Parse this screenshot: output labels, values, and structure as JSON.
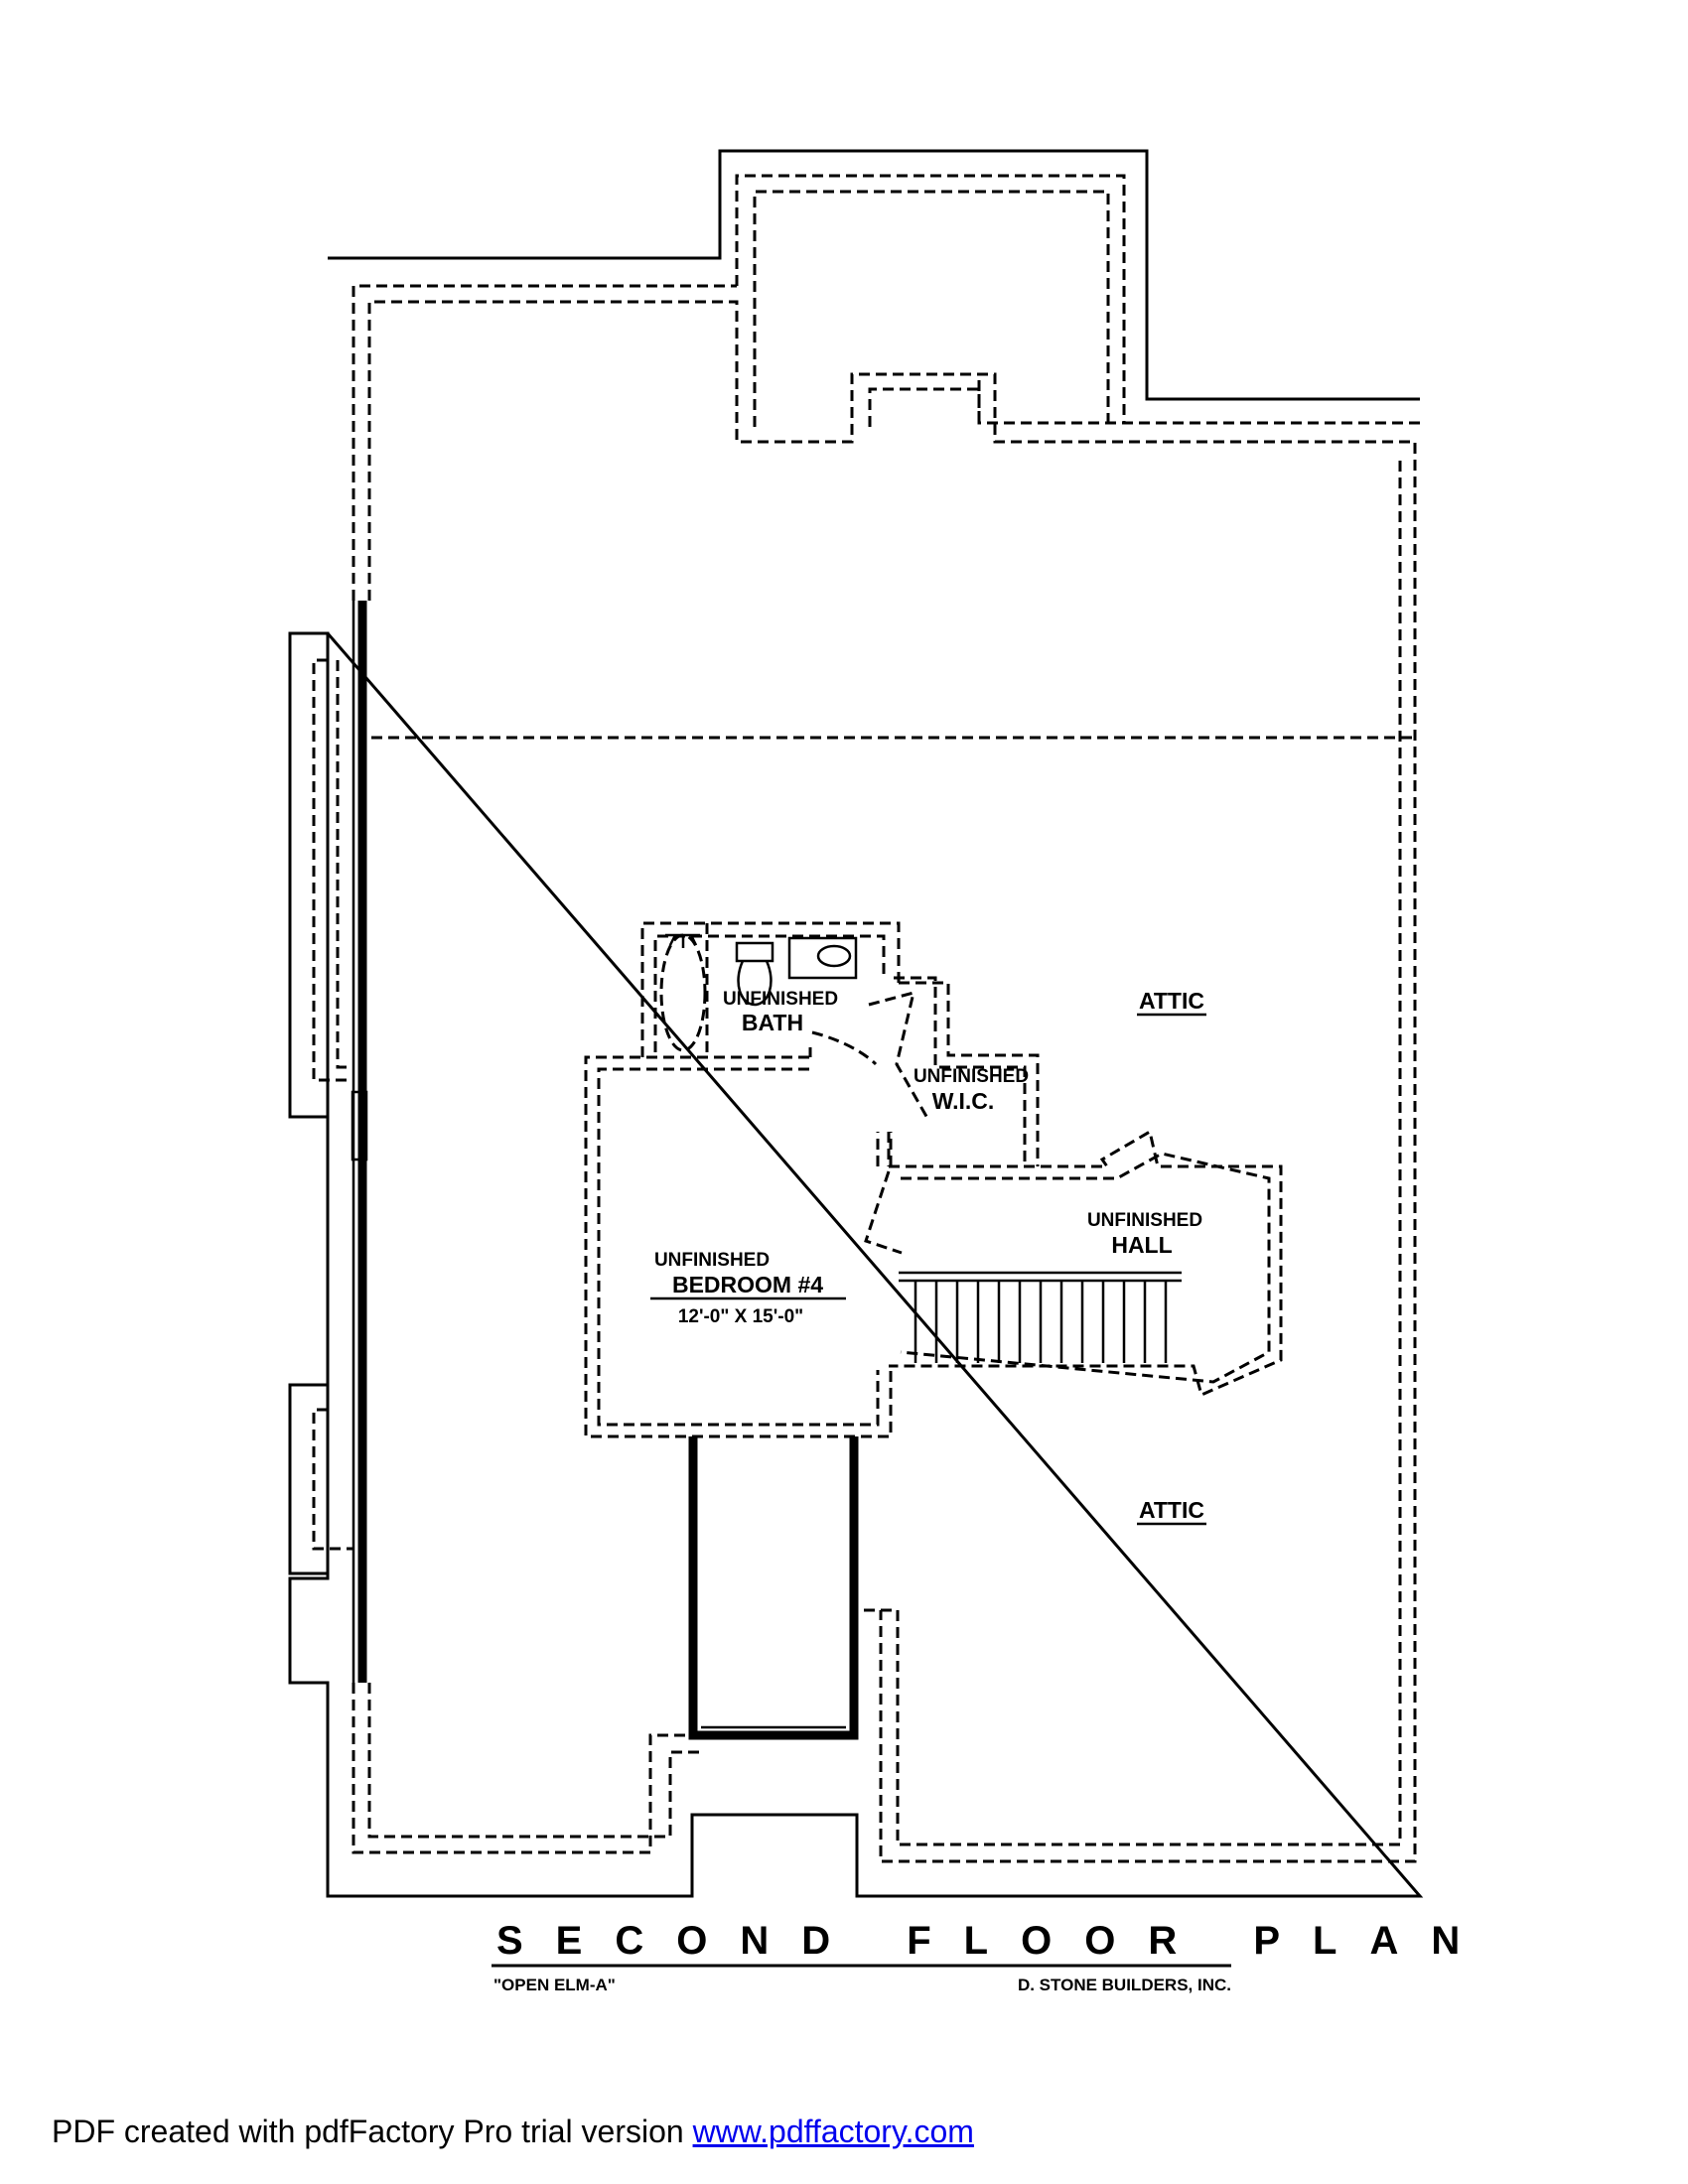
{
  "plan": {
    "title": "SECOND FLOOR PLAN",
    "plan_name": "\"OPEN ELM-A\"",
    "builder": "D. STONE BUILDERS, INC."
  },
  "rooms": {
    "attic_upper": "ATTIC",
    "attic_lower": "ATTIC",
    "bath_line1": "UNFINISHED",
    "bath_line2": "BATH",
    "wic_line1": "UNFINISHED",
    "wic_line2": "W.I.C.",
    "hall_line1": "UNFINISHED",
    "hall_line2": "HALL",
    "bedroom_line1": "UNFINISHED",
    "bedroom_line2": "BEDROOM #4",
    "bedroom_size": "12'-0\" X 15'-0\""
  },
  "footer": {
    "text": "PDF created with pdfFactory Pro trial version ",
    "link": "www.pdffactory.com"
  }
}
